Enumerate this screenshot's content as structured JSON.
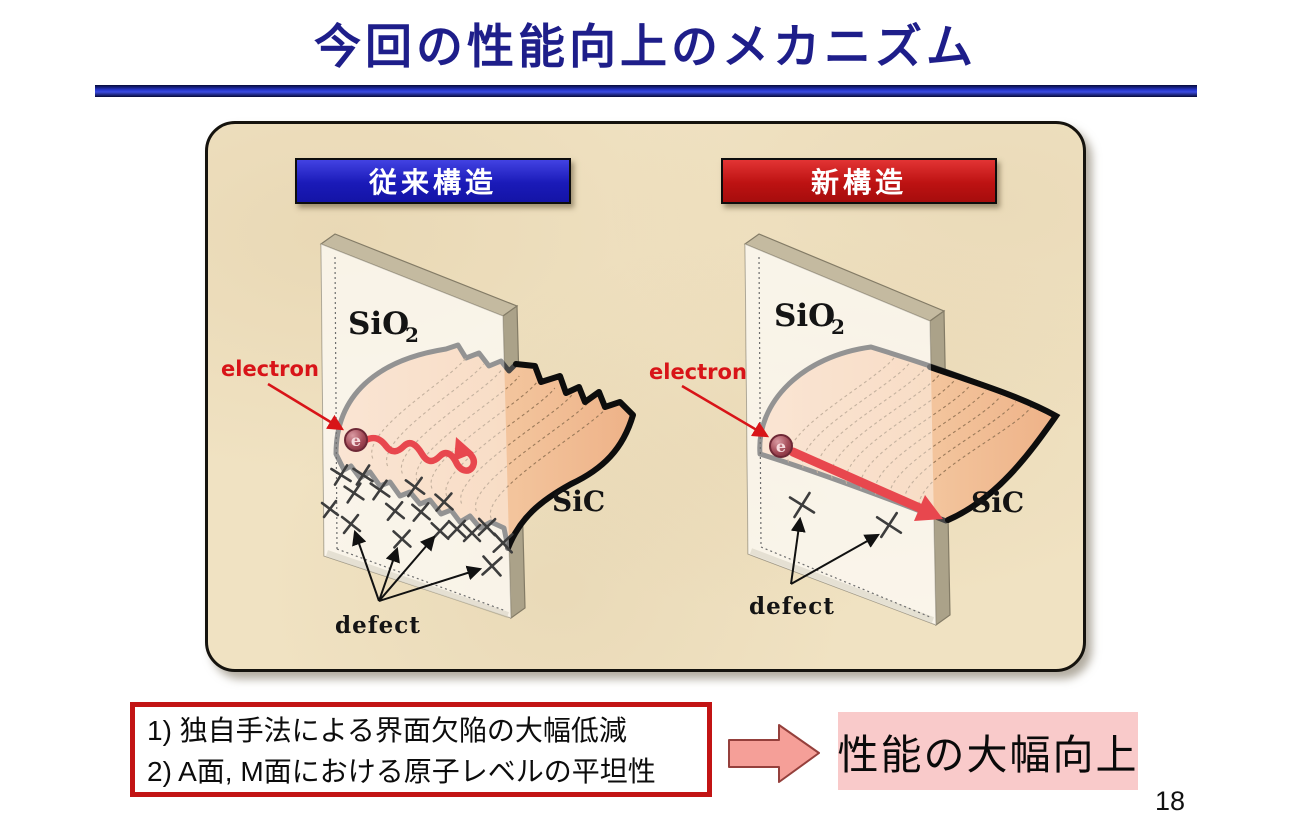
{
  "slide": {
    "title": "今回の性能向上のメカニズム",
    "page_number": "18"
  },
  "diagram": {
    "left": {
      "header": "従来構造",
      "oxide_label": "SiO",
      "oxide_sub": "2",
      "substrate_label": "SiC",
      "electron_label": "electron",
      "electron_symbol": "e",
      "defect_label": "defect",
      "defect_marks": [
        [
          133,
          351,
          8
        ],
        [
          155,
          351,
          8
        ],
        [
          146,
          369,
          8
        ],
        [
          172,
          366,
          8
        ],
        [
          207,
          363,
          8
        ],
        [
          122,
          385,
          7
        ],
        [
          143,
          400,
          8
        ],
        [
          187,
          387,
          8
        ],
        [
          213,
          388,
          8
        ],
        [
          236,
          378,
          8
        ],
        [
          194,
          415,
          8
        ],
        [
          232,
          407,
          8
        ],
        [
          249,
          405,
          8
        ],
        [
          264,
          409,
          8
        ],
        [
          279,
          403,
          8
        ],
        [
          295,
          419,
          9
        ],
        [
          284,
          442,
          9
        ]
      ]
    },
    "right": {
      "header": "新構造",
      "oxide_label": "SiO",
      "oxide_sub": "2",
      "substrate_label": "SiC",
      "electron_label": "electron",
      "electron_symbol": "e",
      "defect_label": "defect",
      "defect_marks": [
        [
          594,
          381,
          10
        ],
        [
          681,
          401,
          10
        ]
      ]
    }
  },
  "summary": {
    "lines": [
      "1) 独自手法による界面欠陥の大幅低減",
      "2) A面, M面における原子レベルの平坦性"
    ],
    "result": "性能の大幅向上"
  },
  "colors": {
    "title_navy": "#1e1e8a",
    "conventional_blue": "#2020c8",
    "new_red": "#c21414",
    "electron_red": "#e8474e",
    "panel_beige": "#f0e2c2",
    "result_pink": "#f9caca",
    "arrow_pink": "#f59f98"
  }
}
